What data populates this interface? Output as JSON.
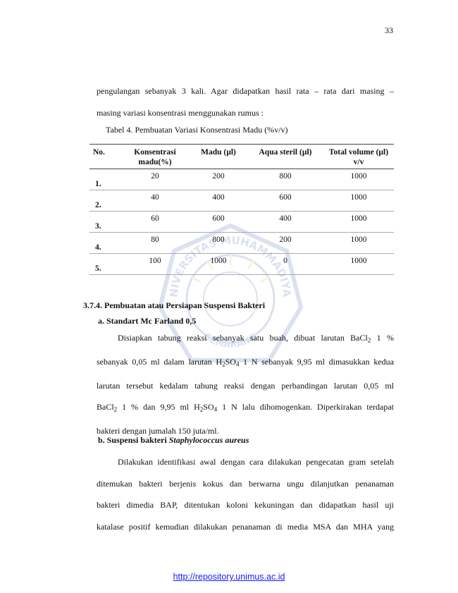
{
  "page_number": "33",
  "intro": {
    "line1": "pengulangan sebanyak 3 kali. Agar didapatkan hasil rata – rata dari masing –",
    "line2": "masing variasi konsentrasi menggunakan rumus :"
  },
  "table": {
    "caption": "Tabel 4.  Pembuatan Variasi Konsentrasi Madu (%v/v)",
    "headers": {
      "no": "No.",
      "konsentrasi": "Konsentrasi madu(%)",
      "madu": "Madu (µl)",
      "aqua": "Aqua steril (µl)",
      "total": "Total volume (µl) v/v"
    },
    "rows": [
      {
        "no": "1.",
        "konsentrasi": "20",
        "madu": "200",
        "aqua": "800",
        "total": "1000"
      },
      {
        "no": "2.",
        "konsentrasi": "40",
        "madu": "400",
        "aqua": "600",
        "total": "1000"
      },
      {
        "no": "3.",
        "konsentrasi": "60",
        "madu": "600",
        "aqua": "400",
        "total": "1000"
      },
      {
        "no": "4.",
        "konsentrasi": "80",
        "madu": "800",
        "aqua": "200",
        "total": "1000"
      },
      {
        "no": "5.",
        "konsentrasi": "100",
        "madu": "1000",
        "aqua": "0",
        "total": "1000"
      }
    ]
  },
  "section": {
    "heading": "3.7.4.   Pembuatan atau Persiapan Suspensi Bakteri",
    "sub_a": {
      "title": "a.   Standart Mc Farland 0,5",
      "line1": "Disiapkan tabung reaksi sebanyak satu buah, dibuat larutan BaCl",
      "line1_sub": "2",
      "line1_end": " 1 %",
      "line2_a": "sebanyak 0,05 ml dalam larutan H",
      "line2_sub1": "2",
      "line2_b": "SO",
      "line2_sub2": "4",
      "line2_c": " 1 N sebanyak 9,95 ml dimasukkan kedua",
      "line3": "larutan tersebut kedalam tabung reaksi dengan perbandingan larutan 0,05 ml",
      "line4_a": "BaCl",
      "line4_sub1": "2",
      "line4_b": " 1 % dan 9,95 ml H",
      "line4_sub2": "2",
      "line4_c": "SO",
      "line4_sub3": "4",
      "line4_d": " 1 N lalu dihomogenkan. Diperkirakan terdapat",
      "line5": "bakteri dengan jumalah 150 juta/ml."
    },
    "sub_b": {
      "title_prefix": "b.   Suspensi bakteri ",
      "title_italic": "Staphylococcus aureus",
      "line1": "Dilakukan identifikasi awal dengan cara dilakukan pengecatan gram setelah",
      "line2": "ditemukan bakteri berjenis kokus dan berwarna ungu dilanjutkan penanaman",
      "line3": "bakteri dimedia BAP, ditentukan koloni kekuningan dan didapatkan hasil uji",
      "line4": "katalase positif kemudian dilakukan penanaman di media MSA dan MHA yang"
    }
  },
  "watermark": {
    "top_text": "UNIVERSITAS MUHAMMADIYAH",
    "bottom_text": "SEMARANG"
  },
  "footer": {
    "link": "http://repository.unimus.ac.id"
  },
  "colors": {
    "link": "#1a1aff",
    "watermark": "#4a6fb5",
    "watermark_accent": "#d8c24a"
  }
}
